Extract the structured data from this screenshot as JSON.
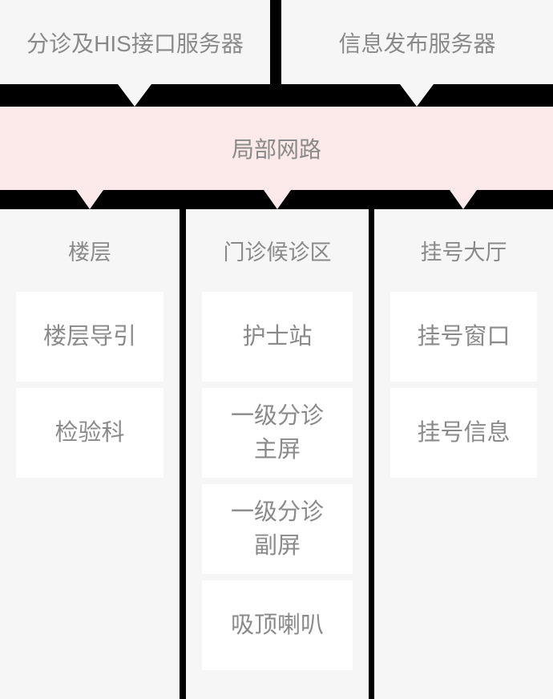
{
  "colors": {
    "background": "#000000",
    "box_bg": "#f6f6f6",
    "card_bg": "#ffffff",
    "network_band_bg": "#fce9e9",
    "text": "#8a8a8a"
  },
  "top_servers": [
    {
      "label": "分诊及HIS接口服务器"
    },
    {
      "label": "信息发布服务器"
    }
  ],
  "network_band": {
    "label": "局部网路"
  },
  "zones": [
    {
      "title": "楼层",
      "devices": [
        "楼层导引",
        "检验科"
      ]
    },
    {
      "title": "门诊候诊区",
      "devices": [
        "护士站",
        "一级分诊\n主屏",
        "一级分诊\n副屏",
        "吸顶喇叭"
      ]
    },
    {
      "title": "挂号大厅",
      "devices": [
        "挂号窗口",
        "挂号信息"
      ]
    }
  ]
}
